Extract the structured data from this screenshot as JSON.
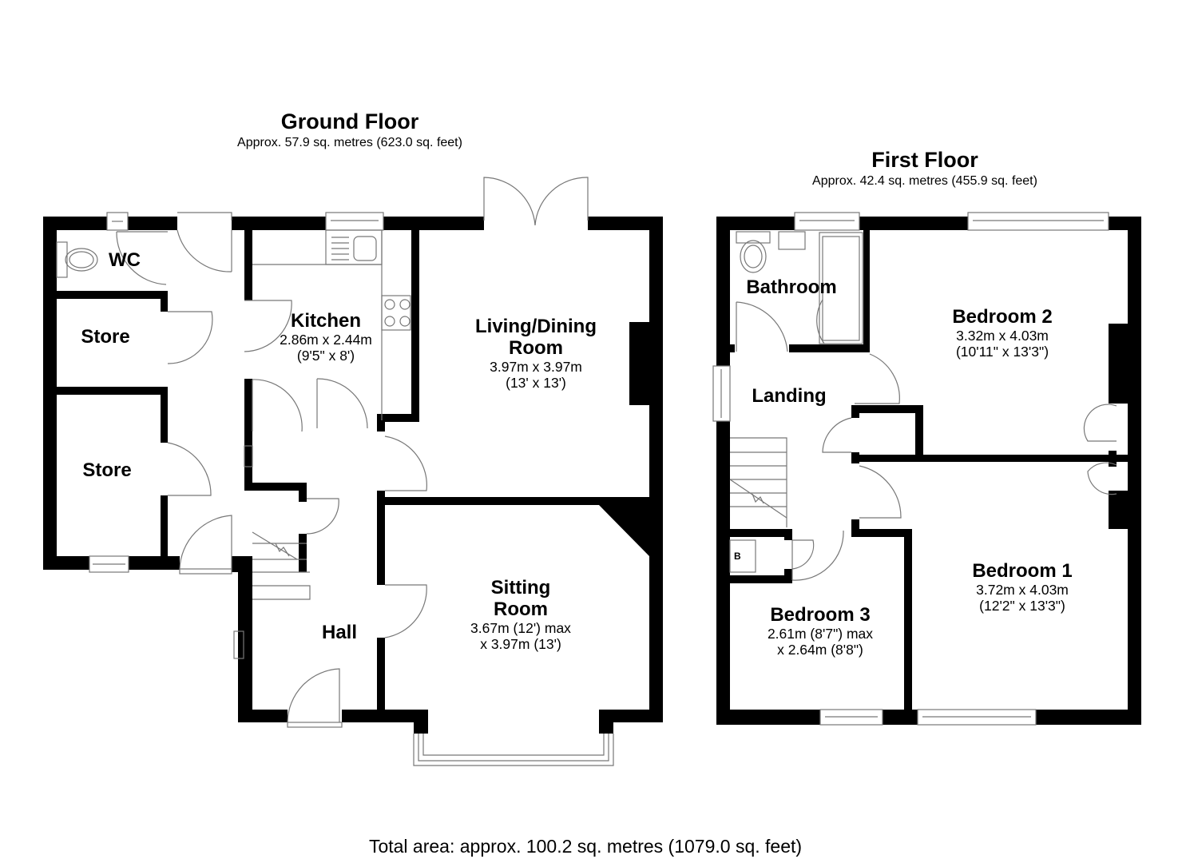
{
  "ground_floor": {
    "title": "Ground Floor",
    "area": "Approx. 57.9 sq. metres (623.0 sq. feet)",
    "rooms": {
      "wc": {
        "name": "WC"
      },
      "store_upper": {
        "name": "Store"
      },
      "store_lower": {
        "name": "Store"
      },
      "kitchen": {
        "name": "Kitchen",
        "dim1": "2.86m x 2.44m",
        "dim2": "(9'5\" x 8')"
      },
      "living": {
        "name1": "Living/Dining",
        "name2": "Room",
        "dim1": "3.97m x 3.97m",
        "dim2": "(13' x 13')"
      },
      "sitting": {
        "name1": "Sitting",
        "name2": "Room",
        "dim1": "3.67m (12') max",
        "dim2": "x 3.97m (13')"
      },
      "hall": {
        "name": "Hall"
      }
    }
  },
  "first_floor": {
    "title": "First Floor",
    "area": "Approx. 42.4 sq. metres (455.9 sq. feet)",
    "rooms": {
      "bathroom": {
        "name": "Bathroom"
      },
      "landing": {
        "name": "Landing"
      },
      "bedroom2": {
        "name": "Bedroom 2",
        "dim1": "3.32m x 4.03m",
        "dim2": "(10'11\" x 13'3\")"
      },
      "bedroom1": {
        "name": "Bedroom 1",
        "dim1": "3.72m x 4.03m",
        "dim2": "(12'2\" x 13'3\")"
      },
      "bedroom3": {
        "name": "Bedroom 3",
        "dim1": "2.61m (8'7\") max",
        "dim2": "x 2.64m (8'8\")"
      },
      "boiler_label": "B"
    }
  },
  "total_area": "Total area: approx. 100.2 sq. metres (1079.0 sq. feet)",
  "colors": {
    "wall": "#000000",
    "fixture_line": "#777777",
    "background": "#ffffff"
  }
}
